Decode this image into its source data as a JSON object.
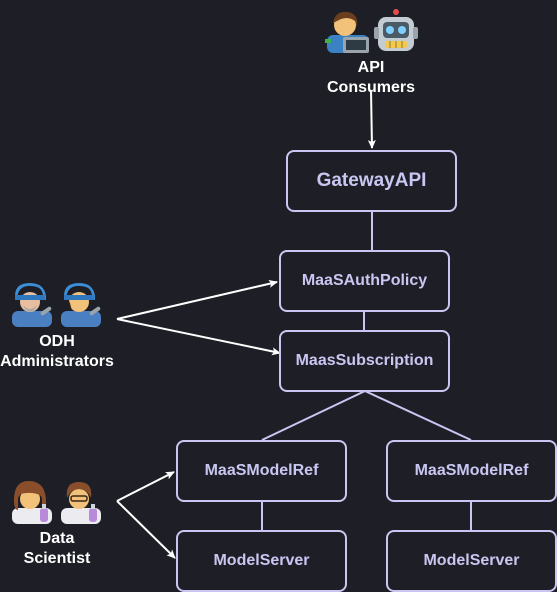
{
  "colors": {
    "background": "#1e1f26",
    "node_border": "#c9c6f2",
    "node_text": "#c9c6f2",
    "edge": "#ffffff",
    "label": "#ffffff"
  },
  "actors": {
    "api_consumers": {
      "label_line1": "API",
      "label_line2": "Consumers",
      "icons": [
        "technologist-icon",
        "robot-icon"
      ]
    },
    "odh_administrators": {
      "label_line1": "ODH",
      "label_line2": "Administrators",
      "icons": [
        "mechanic-icon",
        "mechanic-icon"
      ]
    },
    "data_scientist": {
      "label_line1": "Data",
      "label_line2": "Scientist",
      "icons": [
        "scientist-icon",
        "scientist-icon"
      ]
    }
  },
  "nodes": {
    "gateway_api": "GatewayAPI",
    "maas_auth_policy": "MaaSAuthPolicy",
    "maas_subscription": "MaasSubscription",
    "maas_model_ref_left": "MaaSModelRef",
    "maas_model_ref_right": "MaaSModelRef",
    "model_server_left": "ModelServer",
    "model_server_right": "ModelServer"
  },
  "edges": [
    {
      "from": "API Consumers",
      "to": "GatewayAPI",
      "arrow": true
    },
    {
      "from": "GatewayAPI",
      "to": "MaaSAuthPolicy",
      "arrow": false
    },
    {
      "from": "MaaSAuthPolicy",
      "to": "MaasSubscription",
      "arrow": false
    },
    {
      "from": "MaasSubscription",
      "to": "MaaSModelRef",
      "arrow": false
    },
    {
      "from": "MaasSubscription",
      "to": "MaaSModelRef",
      "arrow": false
    },
    {
      "from": "MaaSModelRef",
      "to": "ModelServer",
      "arrow": false
    },
    {
      "from": "MaaSModelRef",
      "to": "ModelServer",
      "arrow": false
    },
    {
      "from": "ODH Administrators",
      "to": "MaaSAuthPolicy",
      "arrow": true
    },
    {
      "from": "ODH Administrators",
      "to": "MaasSubscription",
      "arrow": true
    },
    {
      "from": "Data Scientist",
      "to": "MaaSModelRef",
      "arrow": true
    },
    {
      "from": "Data Scientist",
      "to": "ModelServer",
      "arrow": true
    }
  ]
}
